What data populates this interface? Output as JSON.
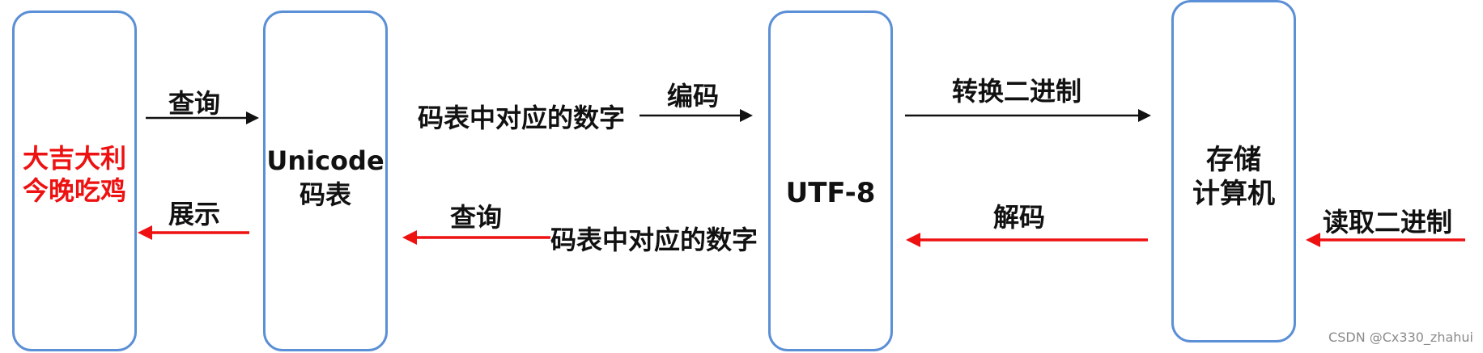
{
  "boxes": {
    "phrase": "大吉大利\n今晚吃鸡",
    "unicode": "Unicode\n码表",
    "utf8": "UTF-8",
    "storage": "存储\n计算机"
  },
  "labels": {
    "query_top": "查询",
    "display": "展示",
    "code_numbers_top": "码表中对应的数字",
    "encode": "编码",
    "query_bottom": "查询",
    "code_numbers_bottom": "码表中对应的数字",
    "convert_binary": "转换二进制",
    "decode": "解码",
    "read_binary": "读取二进制"
  },
  "colors": {
    "box_border": "#5b8fd6",
    "forward_arrow": "#111111",
    "backward_arrow": "#ee1111"
  },
  "watermark": "CSDN @Cx330_zhahui"
}
